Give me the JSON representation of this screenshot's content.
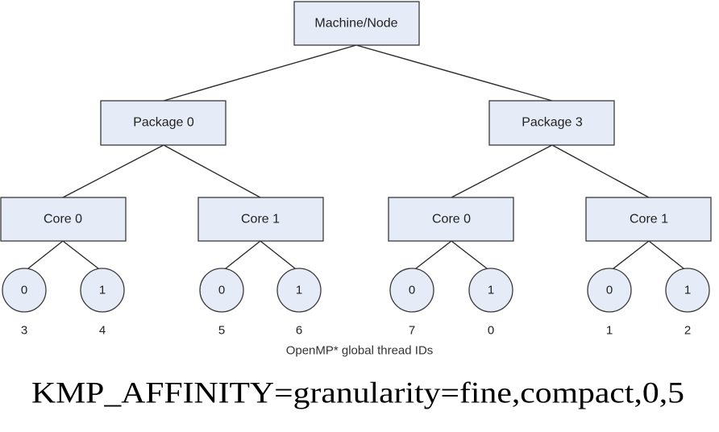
{
  "diagram": {
    "root": {
      "label": "Machine/Node"
    },
    "packages": [
      {
        "label": "Package 0",
        "cores": [
          {
            "label": "Core 0",
            "threads": [
              {
                "label": "0",
                "global_id": "3"
              },
              {
                "label": "1",
                "global_id": "4"
              }
            ]
          },
          {
            "label": "Core 1",
            "threads": [
              {
                "label": "0",
                "global_id": "5"
              },
              {
                "label": "1",
                "global_id": "6"
              }
            ]
          }
        ]
      },
      {
        "label": "Package 3",
        "cores": [
          {
            "label": "Core 0",
            "threads": [
              {
                "label": "0",
                "global_id": "7"
              },
              {
                "label": "1",
                "global_id": "0"
              }
            ]
          },
          {
            "label": "Core 1",
            "threads": [
              {
                "label": "0",
                "global_id": "1"
              },
              {
                "label": "1",
                "global_id": "2"
              }
            ]
          }
        ]
      }
    ],
    "caption": "OpenMP* global thread IDs",
    "env_setting": "KMP_AFFINITY=granularity=fine,compact,0,5"
  }
}
